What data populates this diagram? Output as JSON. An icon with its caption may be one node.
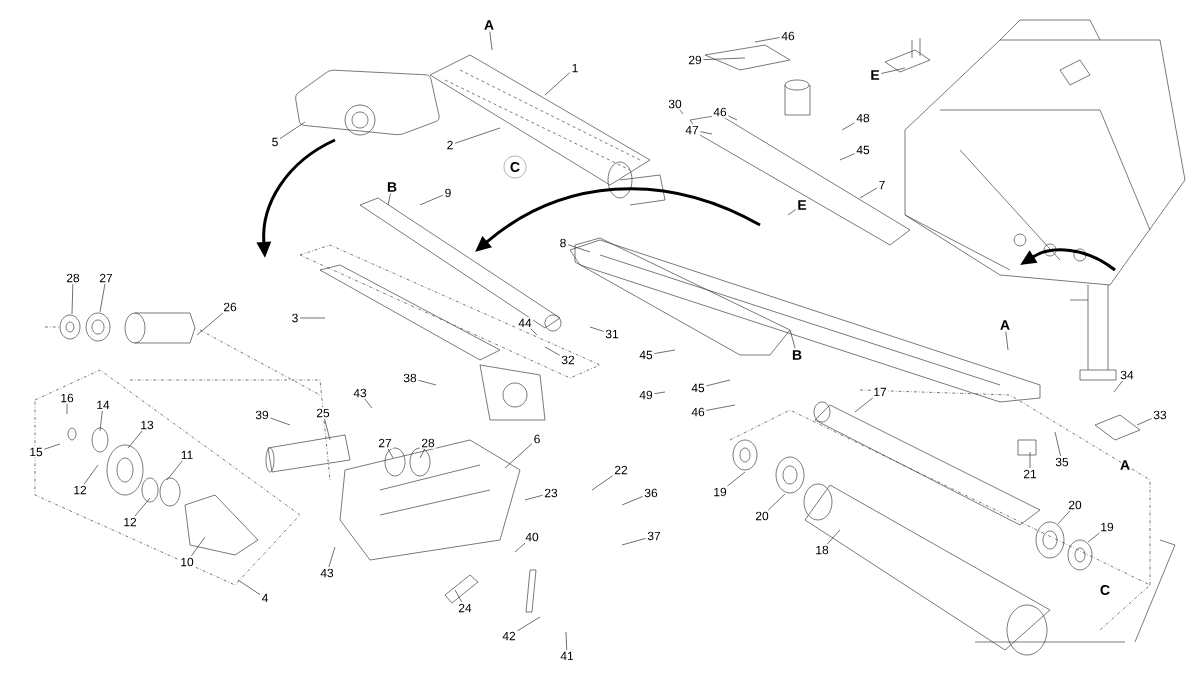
{
  "diagram": {
    "nodes": [
      {
        "text": [
          "A"
        ]
      },
      {
        "text": [
          "46"
        ]
      },
      {
        "text": [
          "29"
        ]
      },
      {
        "text": [
          "1"
        ]
      },
      {
        "text": [
          "E"
        ]
      },
      {
        "text": [
          "30"
        ]
      },
      {
        "text": [
          "46"
        ]
      },
      {
        "text": [
          "48"
        ]
      },
      {
        "text": [
          "47"
        ]
      },
      {
        "text": [
          "5"
        ]
      },
      {
        "text": [
          "2"
        ]
      },
      {
        "text": [
          "45"
        ]
      },
      {
        "text": [
          "C"
        ]
      },
      {
        "text": [
          "7"
        ]
      },
      {
        "text": [
          "B"
        ]
      },
      {
        "text": [
          "9"
        ]
      },
      {
        "text": [
          "E"
        ]
      },
      {
        "text": [
          "8"
        ]
      },
      {
        "text": [
          "28"
        ]
      },
      {
        "text": [
          "27"
        ]
      },
      {
        "text": [
          "26"
        ]
      },
      {
        "text": [
          "3"
        ]
      },
      {
        "text": [
          "44"
        ]
      },
      {
        "text": [
          "A"
        ]
      },
      {
        "text": [
          "31"
        ]
      },
      {
        "text": [
          "B"
        ]
      },
      {
        "text": [
          "45"
        ]
      },
      {
        "text": [
          "32"
        ]
      },
      {
        "text": [
          "38"
        ]
      },
      {
        "text": [
          "45"
        ]
      },
      {
        "text": [
          "43"
        ]
      },
      {
        "text": [
          "49"
        ]
      },
      {
        "text": [
          "17"
        ]
      },
      {
        "text": [
          "16"
        ]
      },
      {
        "text": [
          "14"
        ]
      },
      {
        "text": [
          "46"
        ]
      },
      {
        "text": [
          "34"
        ]
      },
      {
        "text": [
          "33"
        ]
      },
      {
        "text": [
          "39"
        ]
      },
      {
        "text": [
          "25"
        ]
      },
      {
        "text": [
          "13"
        ]
      },
      {
        "text": [
          "15"
        ]
      },
      {
        "text": [
          "27"
        ]
      },
      {
        "text": [
          "28"
        ]
      },
      {
        "text": [
          "6"
        ]
      },
      {
        "text": [
          "35"
        ]
      },
      {
        "text": [
          "21"
        ]
      },
      {
        "text": [
          "22"
        ]
      },
      {
        "text": [
          "11"
        ]
      },
      {
        "text": [
          "12"
        ]
      },
      {
        "text": [
          "19"
        ]
      },
      {
        "text": [
          "23"
        ]
      },
      {
        "text": [
          "36"
        ]
      },
      {
        "text": [
          "20"
        ]
      },
      {
        "text": [
          "20"
        ]
      },
      {
        "text": [
          "12"
        ]
      },
      {
        "text": [
          "19"
        ]
      },
      {
        "text": [
          "40"
        ]
      },
      {
        "text": [
          "37"
        ]
      },
      {
        "text": [
          "18"
        ]
      },
      {
        "text": [
          "10"
        ]
      },
      {
        "text": [
          "43"
        ]
      },
      {
        "text": [
          "4"
        ]
      },
      {
        "text": [
          "24"
        ]
      },
      {
        "text": [
          "42"
        ]
      },
      {
        "text": [
          "41"
        ]
      }
    ],
    "edges": [
      {
        "from": 0,
        "to": null,
        "arrow": "none"
      },
      {
        "from": 1,
        "to": null,
        "arrow": "none"
      },
      {
        "from": 2,
        "to": null,
        "arrow": "none"
      },
      {
        "from": 3,
        "to": null,
        "arrow": "none"
      },
      {
        "from": 4,
        "to": null,
        "arrow": "none"
      },
      {
        "from": 5,
        "to": null,
        "arrow": "none"
      },
      {
        "from": 6,
        "to": null,
        "arrow": "none"
      },
      {
        "from": 7,
        "to": null,
        "arrow": "none"
      },
      {
        "from": 8,
        "to": null,
        "arrow": "none"
      },
      {
        "from": 9,
        "to": null,
        "arrow": "none"
      },
      {
        "from": 10,
        "to": null,
        "arrow": "none"
      },
      {
        "from": 11,
        "to": null,
        "arrow": "none"
      },
      {
        "from": 13,
        "to": null,
        "arrow": "none"
      },
      {
        "from": 14,
        "to": null,
        "arrow": "none"
      },
      {
        "from": 15,
        "to": null,
        "arrow": "none"
      },
      {
        "from": 16,
        "to": null,
        "arrow": "none"
      },
      {
        "from": 17,
        "to": null,
        "arrow": "none"
      },
      {
        "from": 18,
        "to": null,
        "arrow": "none"
      },
      {
        "from": 19,
        "to": null,
        "arrow": "none"
      },
      {
        "from": 20,
        "to": null,
        "arrow": "none"
      },
      {
        "from": 21,
        "to": null,
        "arrow": "none"
      },
      {
        "from": 22,
        "to": null,
        "arrow": "none"
      },
      {
        "from": 23,
        "to": null,
        "arrow": "none"
      },
      {
        "from": 24,
        "to": null,
        "arrow": "none"
      },
      {
        "from": 25,
        "to": null,
        "arrow": "none"
      },
      {
        "from": 26,
        "to": null,
        "arrow": "none"
      },
      {
        "from": 27,
        "to": null,
        "arrow": "none"
      },
      {
        "from": 28,
        "to": null,
        "arrow": "none"
      },
      {
        "from": 29,
        "to": null,
        "arrow": "none"
      },
      {
        "from": 30,
        "to": null,
        "arrow": "none"
      },
      {
        "from": 31,
        "to": null,
        "arrow": "none"
      },
      {
        "from": 32,
        "to": null,
        "arrow": "none"
      },
      {
        "from": 33,
        "to": null,
        "arrow": "none"
      },
      {
        "from": 34,
        "to": null,
        "arrow": "none"
      },
      {
        "from": 35,
        "to": null,
        "arrow": "none"
      },
      {
        "from": 36,
        "to": null,
        "arrow": "none"
      },
      {
        "from": 37,
        "to": null,
        "arrow": "none"
      },
      {
        "from": 38,
        "to": null,
        "arrow": "none"
      },
      {
        "from": 39,
        "to": null,
        "arrow": "none"
      },
      {
        "from": 40,
        "to": null,
        "arrow": "none"
      },
      {
        "from": 41,
        "to": null,
        "arrow": "none"
      },
      {
        "from": 42,
        "to": null,
        "arrow": "none"
      },
      {
        "from": 43,
        "to": null,
        "arrow": "none"
      },
      {
        "from": 44,
        "to": null,
        "arrow": "none"
      },
      {
        "from": 45,
        "to": null,
        "arrow": "none"
      },
      {
        "from": 46,
        "to": null,
        "arrow": "none"
      },
      {
        "from": 47,
        "to": null,
        "arrow": "none"
      },
      {
        "from": 48,
        "to": null,
        "arrow": "none"
      },
      {
        "from": 49,
        "to": null,
        "arrow": "none"
      },
      {
        "from": 50,
        "to": null,
        "arrow": "none"
      },
      {
        "from": 51,
        "to": null,
        "arrow": "none"
      },
      {
        "from": 52,
        "to": null,
        "arrow": "none"
      },
      {
        "from": 53,
        "to": null,
        "arrow": "none"
      },
      {
        "from": 54,
        "to": null,
        "arrow": "none"
      },
      {
        "from": 55,
        "to": null,
        "arrow": "none"
      },
      {
        "from": 56,
        "to": null,
        "arrow": "none"
      },
      {
        "from": 57,
        "to": null,
        "arrow": "none"
      },
      {
        "from": 58,
        "to": null,
        "arrow": "none"
      },
      {
        "from": 59,
        "to": null,
        "arrow": "none"
      },
      {
        "from": 60,
        "to": null,
        "arrow": "none"
      },
      {
        "from": 61,
        "to": null,
        "arrow": "none"
      },
      {
        "from": 62,
        "to": null,
        "arrow": "none"
      },
      {
        "from": 63,
        "to": null,
        "arrow": "none"
      },
      {
        "from": 64,
        "to": null,
        "arrow": "none"
      },
      {
        "from": 65,
        "to": null,
        "arrow": "none"
      }
    ],
    "labels": [
      "A",
      "C"
    ]
  }
}
